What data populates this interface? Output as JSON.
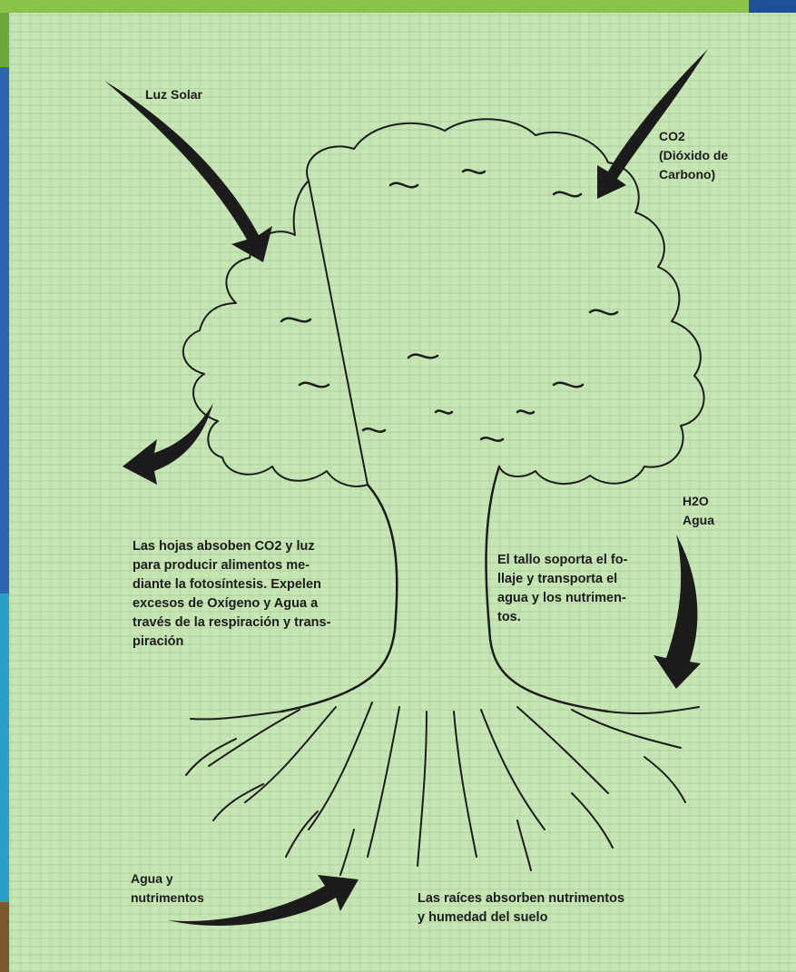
{
  "labels": {
    "sunlight": "Luz Solar",
    "co2": [
      "CO2",
      "(Dióxido de",
      "Carbono)"
    ],
    "h2o": [
      "H2O",
      "Agua"
    ],
    "leaves": [
      "Las hojas absoben CO2 y luz",
      "para producir alimentos me-",
      "diante la fotosíntesis. Expelen",
      "excesos de Oxígeno y Agua a",
      "través de la respiración y trans-",
      "piración"
    ],
    "trunk": [
      "El tallo soporta el fo-",
      "llaje y transporta el",
      "agua y los nutrimen-",
      "tos."
    ],
    "water_in": [
      "Agua y",
      "nutrimentos"
    ],
    "roots": [
      "Las raíces absorben nutrimentos",
      "y humedad del suelo"
    ]
  },
  "colors": {
    "page_background": "#c6e6b3",
    "ink": "#1c1c1c",
    "frame_green": "#8bc34a",
    "frame_blue": "#2b5fa8"
  }
}
